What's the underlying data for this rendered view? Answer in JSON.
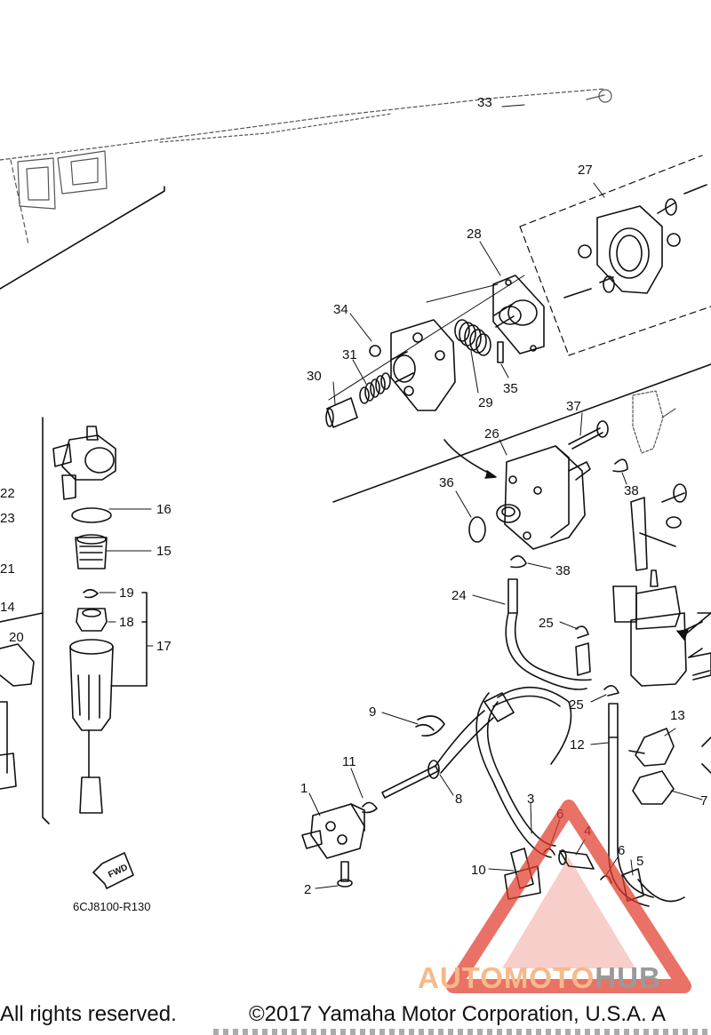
{
  "diagram": {
    "code": "6CJ8100-R130",
    "fwd_label": "FWD",
    "callouts": {
      "c1": "1",
      "c2": "2",
      "c3": "3",
      "c4": "4",
      "c5": "5",
      "c6a": "6",
      "c6b": "6",
      "c7": "7",
      "c8": "8",
      "c9": "9",
      "c10": "10",
      "c11": "11",
      "c12": "12",
      "c13": "13",
      "c14": "14",
      "c15": "15",
      "c16": "16",
      "c17": "17",
      "c18": "18",
      "c19": "19",
      "c20": "20",
      "c21": "21",
      "c22": "22",
      "c23": "23",
      "c24": "24",
      "c25a": "25",
      "c25b": "25",
      "c26": "26",
      "c27": "27",
      "c28": "28",
      "c29": "29",
      "c30": "30",
      "c31": "31",
      "c33": "33",
      "c34": "34",
      "c35": "35",
      "c36": "36",
      "c37": "37",
      "c38a": "38",
      "c38b": "38"
    }
  },
  "footer": {
    "left": "All rights reserved.",
    "right": "©2017 Yamaha Motor Corporation, U.S.A. A"
  },
  "watermark": {
    "part1": "AUTOMOTO",
    "part2": "HUB",
    "color_red": "#e23b2a",
    "color_orange": "#f6b98b",
    "color_gray": "#9a9a9a"
  }
}
